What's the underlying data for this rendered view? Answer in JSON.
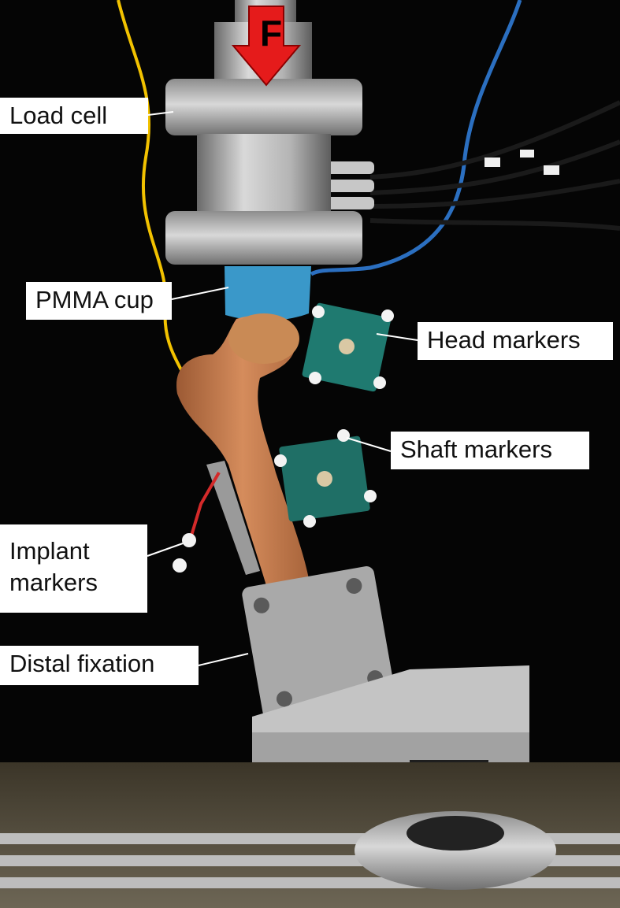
{
  "figure": {
    "force_symbol": "F",
    "labels": {
      "load_cell": "Load cell",
      "pmma_cup": "PMMA cup",
      "head_markers": "Head markers",
      "shaft_markers": "Shaft markers",
      "implant_markers_line1": "Implant",
      "implant_markers_line2": "markers",
      "distal_fixation": "Distal fixation"
    },
    "colors": {
      "background": "#050505",
      "force_arrow": "#e51b1b",
      "marker_plate": "#1f7a70",
      "bone": "#c47a4a",
      "cup_tape": "#3a98c9",
      "metal": "#b9b9b9",
      "yellow_cable": "#f2c200",
      "blue_cable": "#2b6fc0"
    }
  }
}
